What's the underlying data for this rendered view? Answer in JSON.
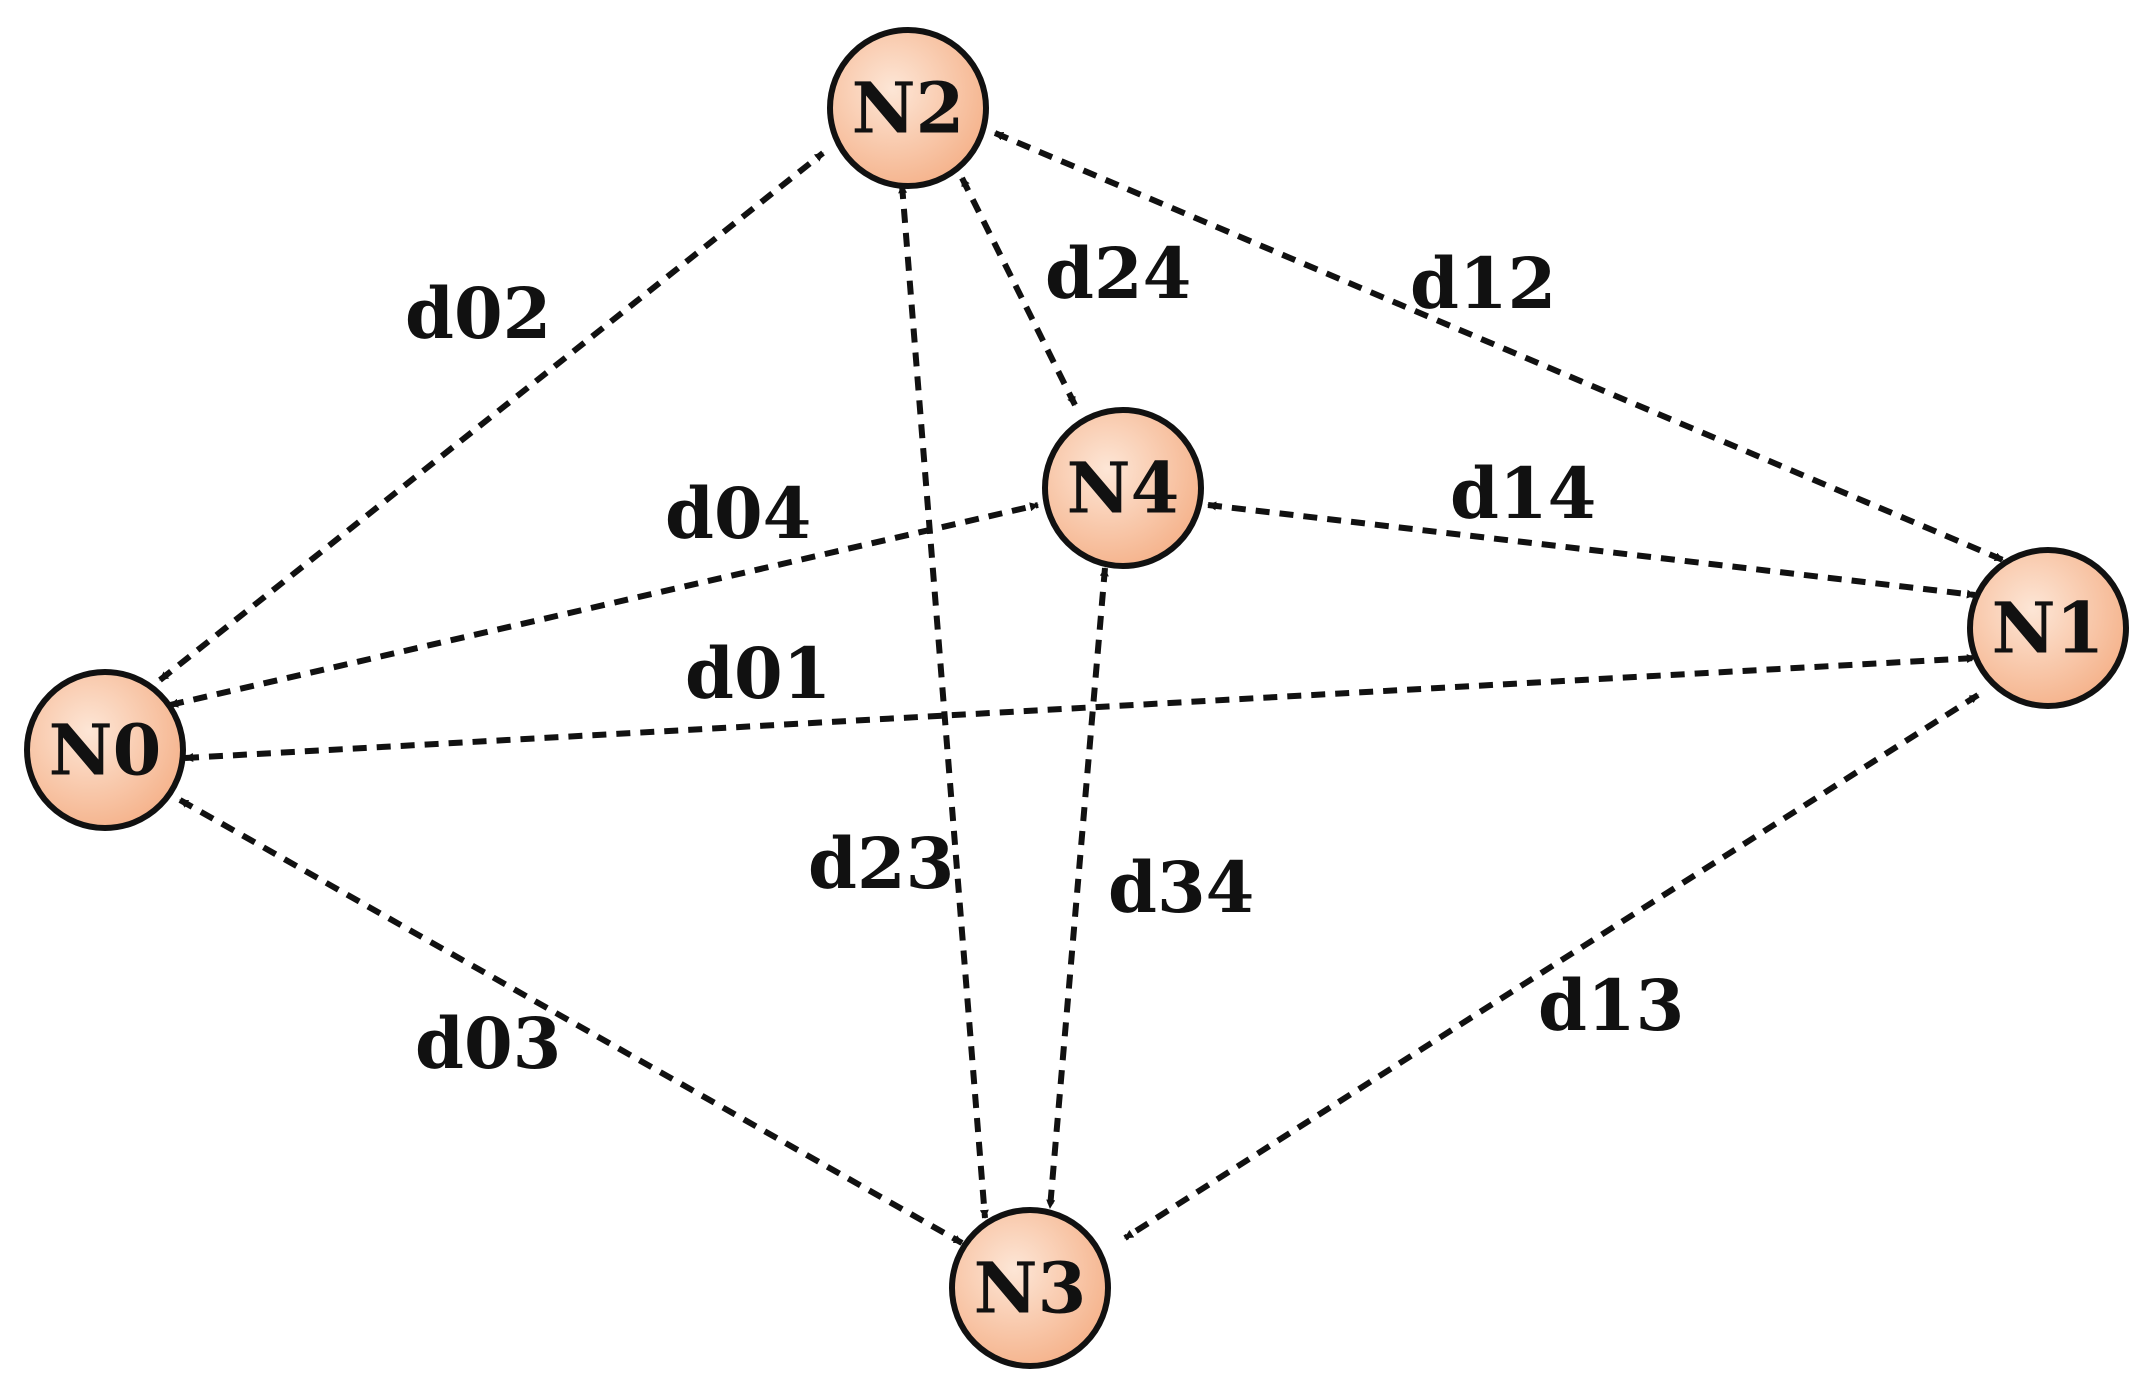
{
  "nodes": [
    {
      "id": "N0",
      "label": "N0"
    },
    {
      "id": "N1",
      "label": "N1"
    },
    {
      "id": "N2",
      "label": "N2"
    },
    {
      "id": "N3",
      "label": "N3"
    },
    {
      "id": "N4",
      "label": "N4"
    }
  ],
  "edges": [
    {
      "id": "d02",
      "label": "d02",
      "from": "N0",
      "to": "N2",
      "bidirectional": true
    },
    {
      "id": "d24",
      "label": "d24",
      "from": "N2",
      "to": "N4",
      "bidirectional": true
    },
    {
      "id": "d12",
      "label": "d12",
      "from": "N2",
      "to": "N1",
      "bidirectional": true
    },
    {
      "id": "d04",
      "label": "d04",
      "from": "N0",
      "to": "N4",
      "bidirectional": true
    },
    {
      "id": "d14",
      "label": "d14",
      "from": "N4",
      "to": "N1",
      "bidirectional": true
    },
    {
      "id": "d01",
      "label": "d01",
      "from": "N0",
      "to": "N1",
      "bidirectional": true
    },
    {
      "id": "d23",
      "label": "d23",
      "from": "N2",
      "to": "N3",
      "bidirectional": true
    },
    {
      "id": "d34",
      "label": "d34",
      "from": "N4",
      "to": "N3",
      "bidirectional": true
    },
    {
      "id": "d03",
      "label": "d03",
      "from": "N0",
      "to": "N3",
      "bidirectional": true
    },
    {
      "id": "d13",
      "label": "d13",
      "from": "N1",
      "to": "N3",
      "bidirectional": true
    }
  ],
  "colors": {
    "node_fill_light": "#fde6d6",
    "node_fill_dark": "#f5b38c",
    "stroke": "#111111"
  }
}
